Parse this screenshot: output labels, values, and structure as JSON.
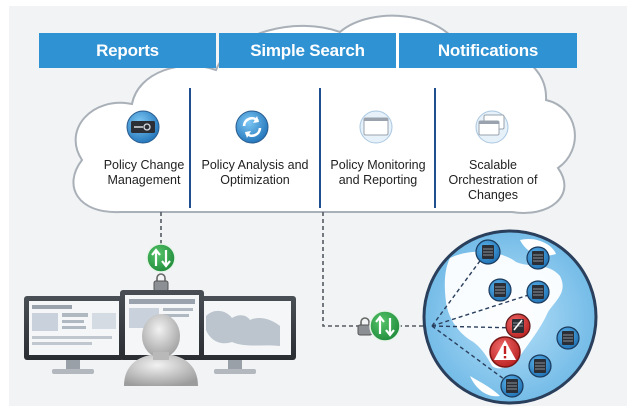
{
  "tabs": [
    {
      "label": "Reports"
    },
    {
      "label": "Simple Search"
    },
    {
      "label": "Notifications"
    }
  ],
  "features": [
    {
      "label": "Policy Change Management",
      "icon": "firewall-device-icon"
    },
    {
      "label": "Policy Analysis and Optimization",
      "icon": "refresh-cycle-icon"
    },
    {
      "label": "Policy Monitoring and Reporting",
      "icon": "window-monitor-icon"
    },
    {
      "label": "Scalable Orchestration of Changes",
      "icon": "stacked-windows-icon"
    }
  ],
  "colors": {
    "tab_blue": "#2e92d3",
    "cloud_fill": "#ffffff",
    "divider": "#1f4f8e",
    "sync_green": "#2fa84f",
    "alert_red": "#d62a2a",
    "globe_blue": "#8ec9ee"
  }
}
